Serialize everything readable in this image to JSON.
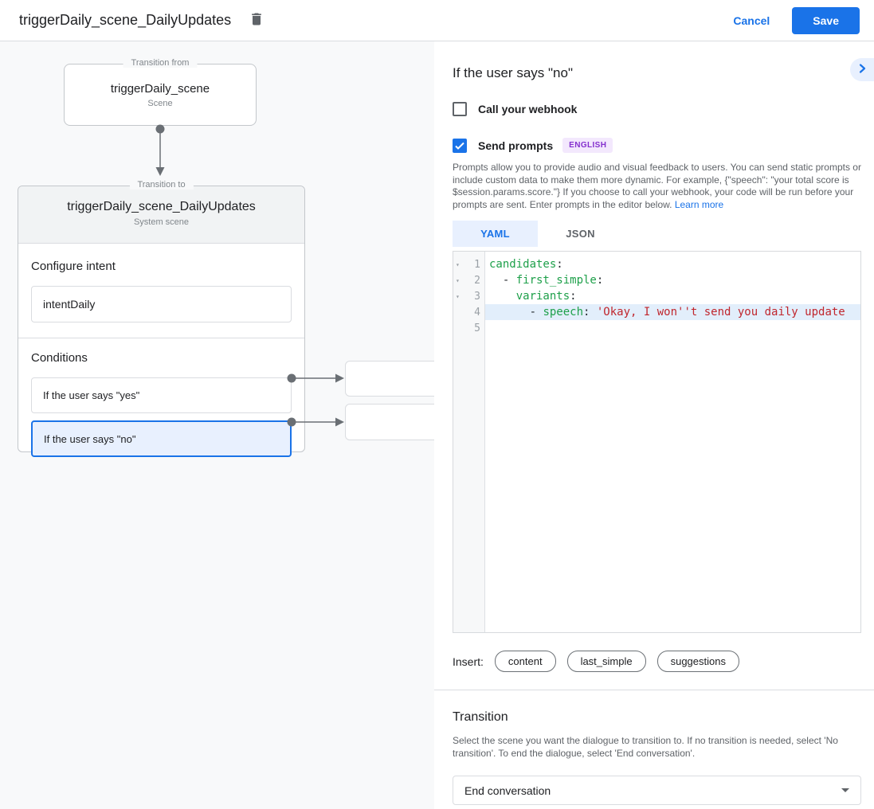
{
  "header": {
    "title": "triggerDaily_scene_DailyUpdates",
    "cancel_label": "Cancel",
    "save_label": "Save"
  },
  "diagram": {
    "transition_from": {
      "legend": "Transition from",
      "title": "triggerDaily_scene",
      "subtitle": "Scene"
    },
    "transition_to": {
      "legend": "Transition to",
      "title": "triggerDaily_scene_DailyUpdates",
      "subtitle": "System scene",
      "configure_intent_label": "Configure intent",
      "intent_value": "intentDaily",
      "conditions_label": "Conditions",
      "conditions": [
        {
          "label": "If the user says \"yes\"",
          "selected": false
        },
        {
          "label": "If the user says \"no\"",
          "selected": true
        }
      ]
    }
  },
  "panel": {
    "title": "If the user says \"no\"",
    "webhook": {
      "label": "Call your webhook",
      "checked": false
    },
    "send_prompts": {
      "label": "Send prompts",
      "badge": "ENGLISH",
      "checked": true
    },
    "description": "Prompts allow you to provide audio and visual feedback to users. You can send static prompts or include custom data to make them more dynamic. For example, {\"speech\": \"your total score is $session.params.score.\"} If you choose to call your webhook, your code will be run before your prompts are sent. Enter prompts in the editor below. ",
    "learn_more_label": "Learn more",
    "tabs": [
      {
        "label": "YAML",
        "active": true
      },
      {
        "label": "JSON",
        "active": false
      }
    ],
    "editor": {
      "lines": [
        {
          "num": "1",
          "fold": true,
          "highlight": false,
          "tokens": [
            {
              "t": "key",
              "v": "candidates"
            },
            {
              "t": "plain",
              "v": ":"
            }
          ]
        },
        {
          "num": "2",
          "fold": true,
          "highlight": false,
          "tokens": [
            {
              "t": "plain",
              "v": "  - "
            },
            {
              "t": "key",
              "v": "first_simple"
            },
            {
              "t": "plain",
              "v": ":"
            }
          ]
        },
        {
          "num": "3",
          "fold": true,
          "highlight": false,
          "tokens": [
            {
              "t": "plain",
              "v": "    "
            },
            {
              "t": "key",
              "v": "variants"
            },
            {
              "t": "plain",
              "v": ":"
            }
          ]
        },
        {
          "num": "4",
          "fold": false,
          "highlight": true,
          "tokens": [
            {
              "t": "plain",
              "v": "      - "
            },
            {
              "t": "key",
              "v": "speech"
            },
            {
              "t": "plain",
              "v": ": "
            },
            {
              "t": "str",
              "v": "'Okay, I won''t send you daily update"
            }
          ]
        },
        {
          "num": "5",
          "fold": false,
          "highlight": false,
          "tokens": []
        }
      ]
    },
    "insert_label": "Insert:",
    "insert_chips": [
      "content",
      "last_simple",
      "suggestions"
    ],
    "transition": {
      "title": "Transition",
      "description": "Select the scene you want the dialogue to transition to. If no transition is needed, select 'No transition'. To end the dialogue, select 'End conversation'.",
      "selected_value": "End conversation"
    }
  },
  "colors": {
    "accent_blue": "#1a73e8",
    "selected_condition_bg": "#e8f0fe",
    "badge_bg": "#f3e8fd",
    "badge_text": "#8430ce",
    "code_key_green": "#1ea04a",
    "code_string_red": "#c0262d",
    "code_highlight_bg": "#e2eefb",
    "canvas_bg": "#f8f9fa"
  }
}
